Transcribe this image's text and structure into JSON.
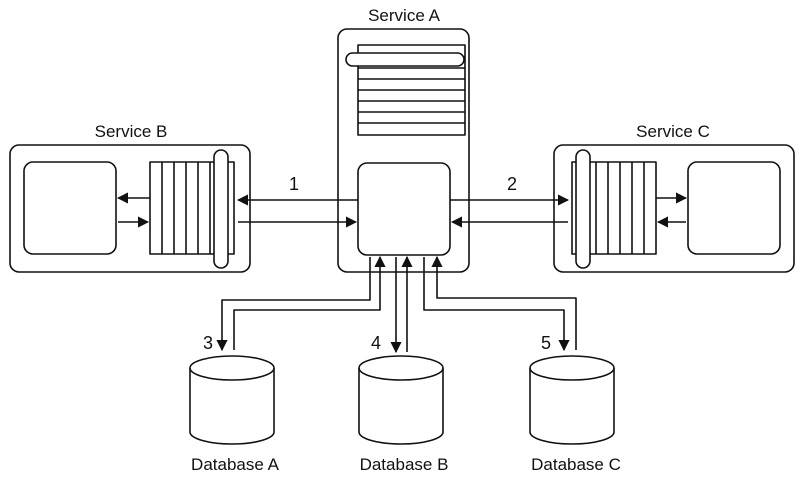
{
  "services": {
    "a": {
      "label": "Service A"
    },
    "b": {
      "label": "Service B"
    },
    "c": {
      "label": "Service C"
    }
  },
  "databases": [
    {
      "label": "Database A"
    },
    {
      "label": "Database B"
    },
    {
      "label": "Database C"
    }
  ],
  "connectors": [
    "1",
    "2",
    "3",
    "4",
    "5"
  ]
}
